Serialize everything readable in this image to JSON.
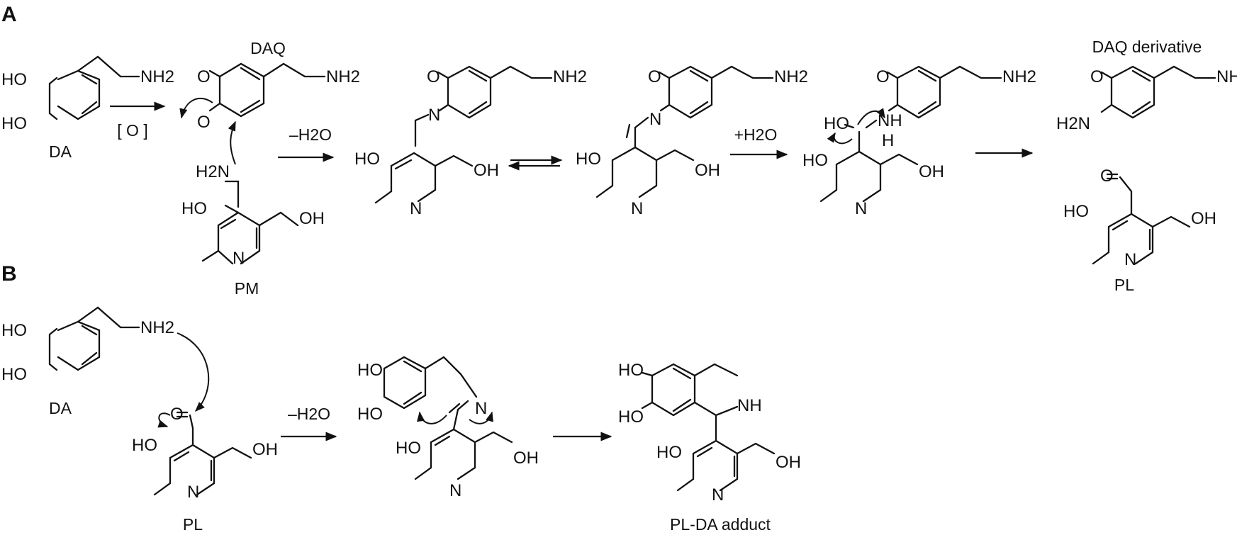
{
  "panels": {
    "a": "A",
    "b": "B"
  },
  "atoms": {
    "ho": "HO",
    "oh": "OH",
    "o": "O",
    "n": "N",
    "nh": "NH",
    "h": "H",
    "nh2": "NH2",
    "h2n": "H2N"
  },
  "conditions": {
    "oxidation": "[ O ]",
    "minus_water": "–H2O",
    "plus_water": "+H2O"
  },
  "compounds": {
    "da": "DA",
    "daq": "DAQ",
    "pm": "PM",
    "daq_derivative": "DAQ derivative",
    "pl": "PL",
    "pl_da_adduct": "PL-DA adduct"
  }
}
